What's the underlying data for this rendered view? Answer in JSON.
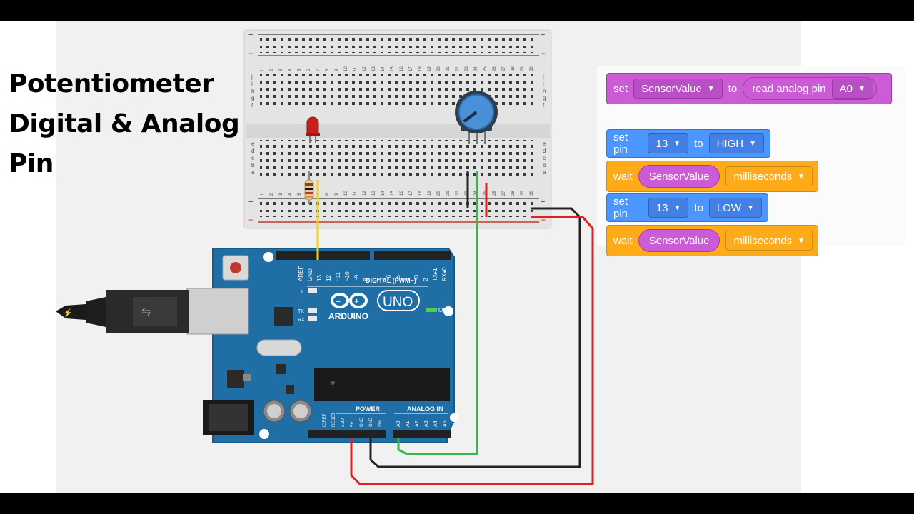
{
  "title": {
    "line1": "Potentiometer",
    "line2": "Digital & Analog",
    "line3": "Pin"
  },
  "arduino": {
    "brand": "ARDUINO",
    "model": "UNO",
    "digital_header": "DIGITAL (PWM~)",
    "digital_pins": [
      "AREF",
      "GND",
      "13",
      "12",
      "~11",
      "~10",
      "~9",
      "8",
      "7",
      "~6",
      "~5",
      "4",
      "~3",
      "2",
      "TX▸1",
      "RX◂0"
    ],
    "led_labels": [
      "L",
      "TX",
      "RX"
    ],
    "on_label": "ON",
    "power_header": "POWER",
    "power_pins": [
      "IOREF",
      "RESET",
      "3.3V",
      "5V",
      "GND",
      "GND",
      "Vin"
    ],
    "analog_header": "ANALOG IN",
    "analog_pins": [
      "A0",
      "A1",
      "A2",
      "A3",
      "A4",
      "A5"
    ]
  },
  "breadboard": {
    "column_numbers": [
      "1",
      "2",
      "3",
      "4",
      "5",
      "6",
      "7",
      "8",
      "9",
      "10",
      "11",
      "12",
      "13",
      "14",
      "15",
      "16",
      "17",
      "18",
      "19",
      "20",
      "21",
      "22",
      "23",
      "24",
      "25",
      "26",
      "27",
      "28",
      "29",
      "30"
    ],
    "rows_top": [
      "j",
      "i",
      "h",
      "g",
      "f"
    ],
    "rows_bottom": [
      "e",
      "d",
      "c",
      "b",
      "a"
    ],
    "rail_minus": "−",
    "rail_plus": "+"
  },
  "wire_colors": {
    "signal": "#3cb54a",
    "ground": "#222222",
    "power": "#e0201f",
    "led": "#f2d21b"
  },
  "code_blocks": [
    {
      "keyword": "set",
      "variable": "SensorValue",
      "to_label": "to",
      "reporter": "read analog pin",
      "pin": "A0"
    },
    {
      "keyword": "set pin",
      "pin": "13",
      "to_label": "to",
      "state": "HIGH"
    },
    {
      "keyword": "wait",
      "variable": "SensorValue",
      "unit": "milliseconds"
    },
    {
      "keyword": "set pin",
      "pin": "13",
      "to_label": "to",
      "state": "LOW"
    },
    {
      "keyword": "wait",
      "variable": "SensorValue",
      "unit": "milliseconds"
    }
  ]
}
